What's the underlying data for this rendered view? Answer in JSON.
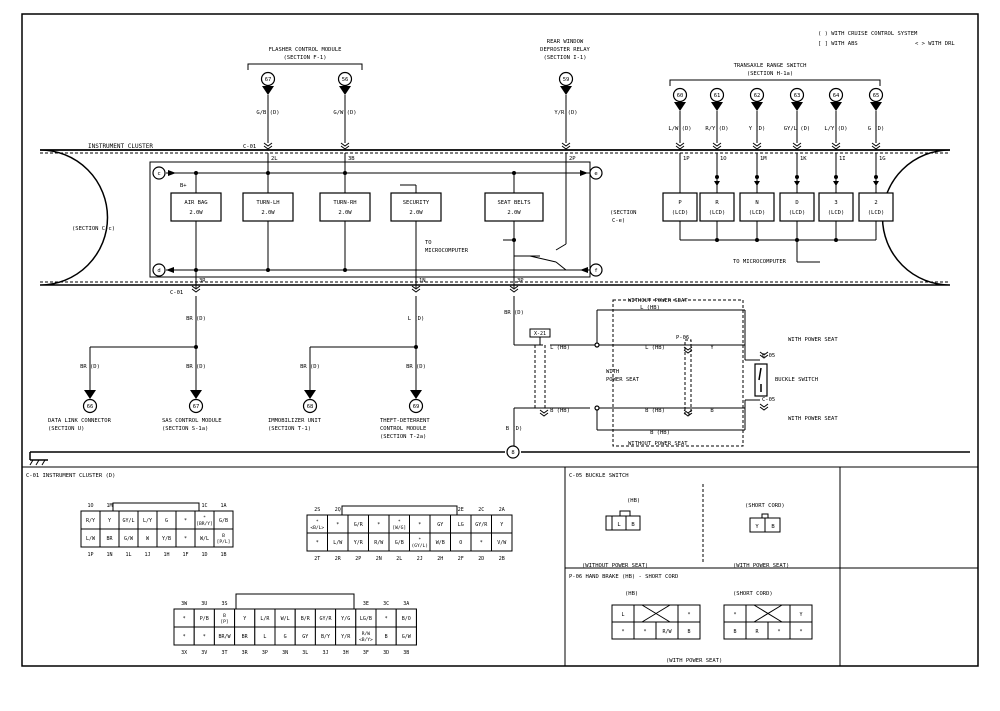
{
  "legend": {
    "cruise": "( ) WITH CRUISE CONTROL SYSTEM",
    "abs": "[ ] WITH ABS",
    "drl": "< > WITH DRL"
  },
  "modules": {
    "flasher": [
      "FLASHER CONTROL MODULE",
      "(SECTION F-1)"
    ],
    "defroster": [
      "REAR WINDOW",
      "DEFROSTER RELAY",
      "(SECTION I-1)"
    ],
    "transaxle": [
      "TRANSAXLE RANGE SWITCH",
      "(SECTION H-1a)"
    ]
  },
  "cluster": {
    "title": "INSTRUMENT CLUSTER",
    "section_left": "(SECTION C-c)",
    "section_right": [
      "(SECTION",
      "C-e)"
    ],
    "b_plus": "B+",
    "to_micro_left": [
      "TO",
      "MICROCOMPUTER"
    ],
    "to_micro_right": "TO MICROCOMPUTER",
    "connector": "C-01"
  },
  "indicators": [
    [
      "AIR BAG",
      "2.0W"
    ],
    [
      "TURN-LH",
      "2.0W"
    ],
    [
      "TURN-RH",
      "2.0W"
    ],
    [
      "SECURITY",
      "2.0W"
    ],
    [
      "SEAT BELTS",
      "2.0W"
    ]
  ],
  "lcd": [
    [
      "P",
      "(LCD)"
    ],
    [
      "R",
      "(LCD)"
    ],
    [
      "N",
      "(LCD)"
    ],
    [
      "D",
      "(LCD)"
    ],
    [
      "3",
      "(LCD)"
    ],
    [
      "2",
      "(LCD)"
    ]
  ],
  "top_refs": [
    "67",
    "56",
    "59",
    "60",
    "61",
    "62",
    "63",
    "64",
    "65"
  ],
  "top_wires": [
    "G/B (D)",
    "G/W (D)",
    "Y/R (D)",
    "L/W (D)",
    "R/Y (D)",
    "Y (D)",
    "GY/L (D)",
    "L/Y (D)",
    "G (D)"
  ],
  "top_pins": [
    "2L",
    "3B",
    "2P",
    "1P",
    "1O",
    "1M",
    "1K",
    "1I",
    "1G"
  ],
  "bottom_pins": [
    "3R",
    "1N",
    "3P"
  ],
  "circles": [
    "c",
    "d",
    "e",
    "f"
  ],
  "bottom_wires": [
    "BR (D)",
    "BR (D)",
    "L (D)",
    "BR (D)",
    "BR (D)",
    "BR (D)",
    "BR (D)"
  ],
  "bottom_refs": [
    "66",
    "67",
    "68",
    "69"
  ],
  "bottom_modules": [
    [
      "DATA LINK CONNECTOR",
      "(SECTION U)"
    ],
    [
      "SAS CONTROL MODULE",
      "(SECTION S-1a)"
    ],
    [
      "IMMOBILIZER UNIT",
      "(SECTION T-1)"
    ],
    [
      "THEFT-DETERRENT",
      "CONTROL MODULE",
      "(SECTION T-2a)"
    ]
  ],
  "seat": {
    "without_top": "WITHOUT POWER SEAT",
    "without_bottom": "WITHOUT POWER SEAT",
    "with_power_seat": [
      "WITH",
      "POWER SEAT"
    ],
    "with_top": "WITH POWER SEAT",
    "with_bottom": "WITH POWER SEAT",
    "buckle": "BUCKLE SWITCH",
    "x21": "X-21",
    "p06": "P-06",
    "c05a": "C-05",
    "c05b": "C-05",
    "wires": [
      "L (HB)",
      "L (HB)",
      "L (HB)",
      "Y",
      "B (HB)",
      "B (HB)",
      "B",
      "B (HB)",
      "B (D)"
    ],
    "ground_ref": "8"
  },
  "panels": {
    "c01_title": "C-01 INSTRUMENT CLUSTER (D)",
    "c05_title": "C-05 BUCKLE SWITCH",
    "c05_hb": "(HB)",
    "c05_short": "(SHORT CORD)",
    "c05_without": "(WITHOUT POWER SEAT)",
    "c05_with": "(WITH POWER SEAT)",
    "c05_cells_a": [
      "L",
      "B"
    ],
    "c05_cells_b": [
      "Y",
      "B"
    ],
    "p06_title": "P-06 HAND BRAKE (HB) - SHORT CORD",
    "p06_hb": "(HB)",
    "p06_short": "(SHORT CORD)",
    "p06_with": "(WITH POWER SEAT)",
    "p06_cells_a": [
      "L",
      "",
      "*",
      "*",
      "*",
      "R/W",
      "B"
    ],
    "p06_cells_b": [
      "*",
      "",
      "Y",
      "B",
      "R",
      "*",
      "*"
    ]
  },
  "conn1": {
    "top_labels": [
      "1O",
      "1M",
      "1K",
      "1I",
      "1G",
      "1E",
      "1C",
      "1A"
    ],
    "row1": [
      "R/Y",
      "Y",
      "GY/L",
      "L/Y",
      "G",
      "*",
      "*\n[BR/Y]",
      "G/B"
    ],
    "row2": [
      "L/W",
      "BR",
      "G/W",
      "W",
      "Y/B",
      "*",
      "W/L",
      "B\n[P/L]"
    ],
    "bot_labels": [
      "1P",
      "1N",
      "1L",
      "1J",
      "1H",
      "1F",
      "1D",
      "1B"
    ]
  },
  "conn2": {
    "top_labels": [
      "2S",
      "2Q",
      "2O",
      "2M",
      "2K",
      "2I",
      "2G",
      "2E",
      "2C",
      "2A"
    ],
    "row1": [
      "*\n<B/L>",
      "*",
      "G/R",
      "*",
      "*\n[W/G]",
      "*",
      "GY",
      "LG",
      "GY/R",
      "Y"
    ],
    "row2": [
      "*",
      "L/W",
      "Y/R",
      "R/W",
      "G/B",
      "*\n(GY/L)",
      "W/B",
      "O",
      "*",
      "V/W"
    ],
    "bot_labels": [
      "2T",
      "2R",
      "2P",
      "2N",
      "2L",
      "2J",
      "2H",
      "2F",
      "2D",
      "2B"
    ]
  },
  "conn3": {
    "top_labels": [
      "3W",
      "3U",
      "3S",
      "3Q",
      "3O",
      "3M",
      "3K",
      "3I",
      "3G",
      "3E",
      "3C",
      "3A"
    ],
    "row1": [
      "*",
      "P/B",
      "B\n[P]",
      "Y",
      "L/R",
      "W/L",
      "B/R",
      "GY/R",
      "Y/G",
      "LG/B",
      "*",
      "B/O"
    ],
    "row2": [
      "*",
      "*",
      "BR/W",
      "BR",
      "L",
      "G",
      "GY",
      "B/Y",
      "Y/R",
      "R/W\n<B/Y>",
      "B",
      "G/W"
    ],
    "bot_labels": [
      "3X",
      "3V",
      "3T",
      "3R",
      "3P",
      "3N",
      "3L",
      "3J",
      "3H",
      "3F",
      "3D",
      "3B"
    ]
  }
}
